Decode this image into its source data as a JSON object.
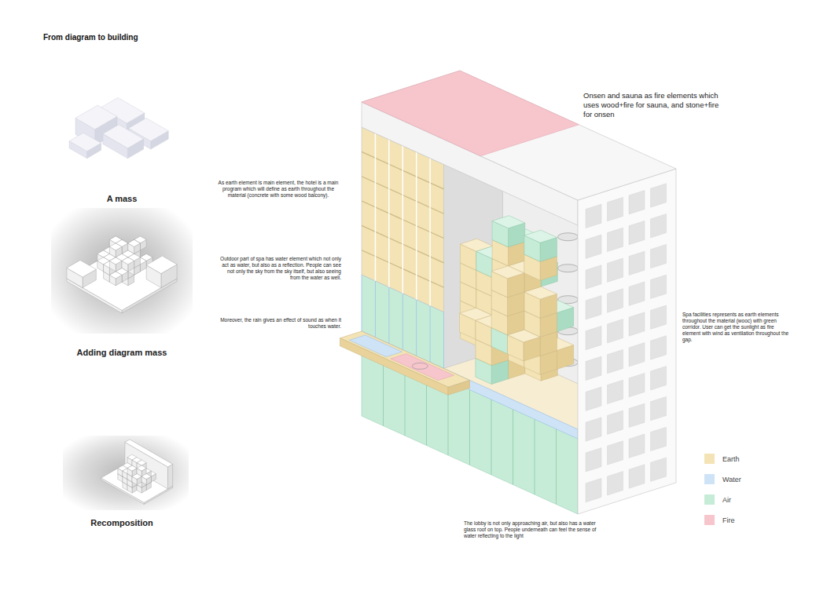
{
  "diagram": {
    "title": "From diagram to building",
    "nodes": [
      {
        "text": [
          "A mass"
        ]
      },
      {
        "text": [
          "Adding diagram mass"
        ]
      },
      {
        "text": [
          "Recomposition"
        ]
      }
    ],
    "labels": [
      "Onsen and sauna as fire elements which uses wood+fire for sauna, and stone+fire for onsen",
      "As earth element is main element, the hotel is a main program which will define as earth throughout the material (concrete with some wood balcony).",
      "Outdoor part of spa has water element which not only act as water, but also as a reflection. People can see not only the sky from the sky itself, but also seeing from the water as well.",
      "Moreover, the rain gives an effect of sound as when it touches water.",
      "Spa facilities represents as earth elements throughout the material (wooc) with green corridor. User can get the sunlight as fire element with wind as ventilation throughout the gap.",
      "The lobby is not only approaching air, but also has a water glass roof on top. People underneath can feel the sense of water reflecting to the light"
    ],
    "legend": [
      {
        "text": "Earth",
        "color": "#f3e3b5"
      },
      {
        "text": "Water",
        "color": "#cfe3f7"
      },
      {
        "text": "Air",
        "color": "#c6ecd8"
      },
      {
        "text": "Fire",
        "color": "#f7c5cc"
      }
    ]
  }
}
